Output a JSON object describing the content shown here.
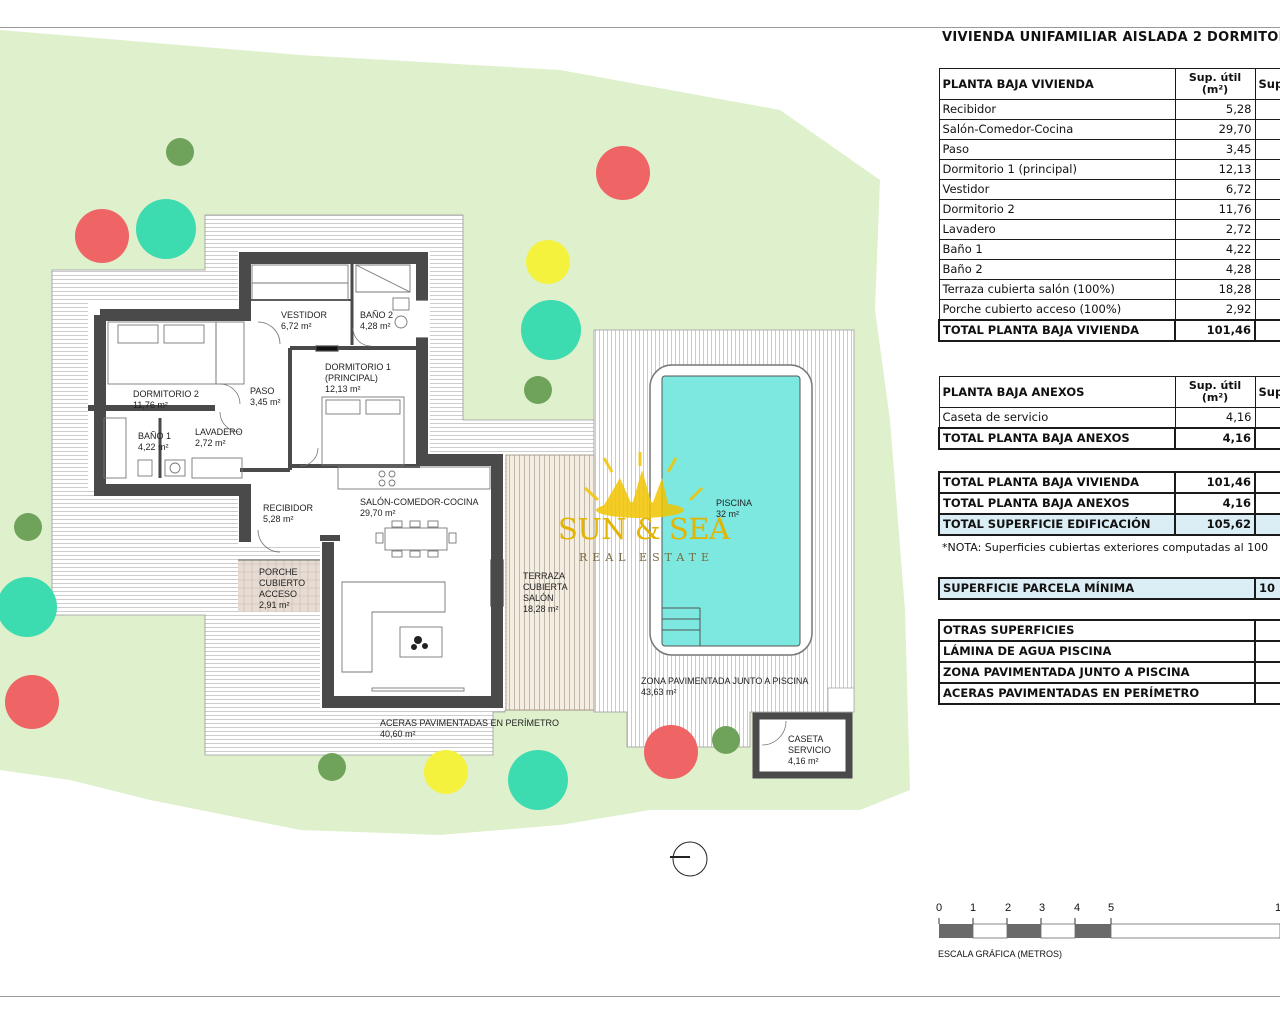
{
  "title": "VIVIENDA UNIFAMILIAR AISLADA 2 DORMITORI",
  "rooms": [
    {
      "name": "VESTIDOR",
      "area": "6,72 m²"
    },
    {
      "name": "BAÑO 2",
      "area": "4,28 m²"
    },
    {
      "name": "DORMITORIO 1",
      "name2": "(PRINCIPAL)",
      "area": "12,13 m²"
    },
    {
      "name": "DORMITORIO 2",
      "area": "11,76 m²"
    },
    {
      "name": "PASO",
      "area": "3,45 m²"
    },
    {
      "name": "BAÑO 1",
      "area": "4,22 m²"
    },
    {
      "name": "LAVADERO",
      "area": "2,72 m²"
    },
    {
      "name": "RECIBIDOR",
      "area": "5,28 m²"
    },
    {
      "name": "SALÓN-COMEDOR-COCINA",
      "area": "29,70 m²"
    },
    {
      "name": "PORCHE",
      "name2": "CUBIERTO",
      "name3": "ACCESO",
      "area": "2,91 m²"
    },
    {
      "name": "TERRAZA",
      "name2": "CUBIERTA",
      "name3": "SALÓN",
      "area": "18,28 m²"
    },
    {
      "name": "PISCINA",
      "area": "32 m²"
    },
    {
      "name": "ZONA PAVIMENTADA JUNTO A PISCINA",
      "area": "43,63 m²"
    },
    {
      "name": "ACERAS PAVIMENTADAS EN PERÍMETRO",
      "area": "40,60 m²"
    },
    {
      "name": "CASETA",
      "name2": "SERVICIO",
      "area": "4,16 m²"
    }
  ],
  "logo": {
    "main": "SUN & SEA",
    "sub": "REAL ESTATE"
  },
  "table_vivienda": {
    "header": {
      "name": "PLANTA BAJA VIVIENDA",
      "col1": "Sup. útil",
      "col1_unit": "(m²)",
      "col2": "Sup"
    },
    "rows": [
      {
        "name": "Recibidor",
        "value": "5,28"
      },
      {
        "name": "Salón-Comedor-Cocina",
        "value": "29,70"
      },
      {
        "name": "Paso",
        "value": "3,45"
      },
      {
        "name": "Dormitorio 1 (principal)",
        "value": "12,13"
      },
      {
        "name": "Vestidor",
        "value": "6,72"
      },
      {
        "name": "Dormitorio 2",
        "value": "11,76"
      },
      {
        "name": "Lavadero",
        "value": "2,72"
      },
      {
        "name": "Baño 1",
        "value": "4,22"
      },
      {
        "name": "Baño 2",
        "value": "4,28"
      },
      {
        "name": "Terraza cubierta salón (100%)",
        "value": "18,28"
      },
      {
        "name": "Porche cubierto acceso (100%)",
        "value": "2,92"
      }
    ],
    "total": {
      "name": "TOTAL PLANTA BAJA VIVIENDA",
      "value": "101,46"
    }
  },
  "table_anexos": {
    "header": {
      "name": "PLANTA BAJA ANEXOS",
      "col1": "Sup. útil",
      "col1_unit": "(m²)",
      "col2": "Sup"
    },
    "rows": [
      {
        "name": "Caseta de servicio",
        "value": "4,16"
      }
    ],
    "total": {
      "name": "TOTAL PLANTA BAJA ANEXOS",
      "value": "4,16"
    }
  },
  "totals": [
    {
      "name": "TOTAL PLANTA BAJA VIVIENDA",
      "value": "101,46"
    },
    {
      "name": "TOTAL PLANTA BAJA ANEXOS",
      "value": "4,16"
    },
    {
      "name": "TOTAL SUPERFICIE EDIFICACIÓN",
      "value": "105,62"
    }
  ],
  "note": "*NOTA: Superficies cubiertas exteriores computadas al 100",
  "parcela": {
    "name": "SUPERFICIE PARCELA MÍNIMA",
    "value": "10"
  },
  "otras": [
    "OTRAS SUPERFICIES",
    "LÁMINA DE AGUA PISCINA",
    "ZONA PAVIMENTADA JUNTO A PISCINA",
    "ACERAS PAVIMENTADAS EN PERÍMETRO"
  ],
  "scale": {
    "numbers": [
      "0",
      "1",
      "2",
      "3",
      "4",
      "5",
      "1"
    ],
    "caption": "ESCALA GRÁFICA (METROS)"
  },
  "colors": {
    "garden": "#dff0cc",
    "pool": "#7ce8df",
    "wall": "#4a4a4a",
    "tree_red": "#ef6464",
    "tree_teal": "#3ddbb0",
    "tree_yellow": "#f4f23c",
    "tree_green": "#6fa25a",
    "logo": "#e3b400",
    "highlight": "#dbeef5"
  }
}
